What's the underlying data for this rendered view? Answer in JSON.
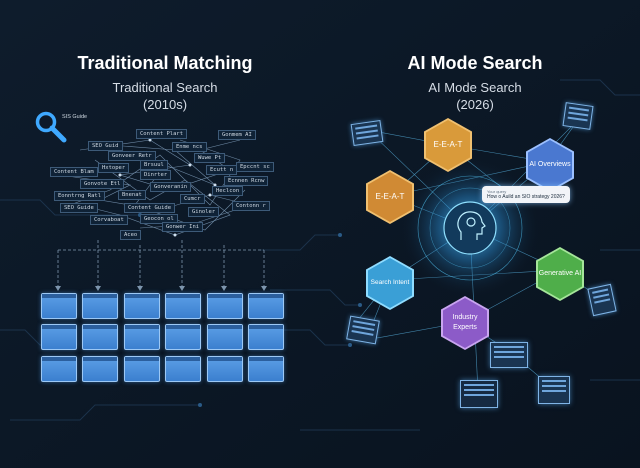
{
  "left": {
    "title": "Traditional Matching",
    "subtitle_line1": "Traditional Search",
    "subtitle_line2": "(2010s)",
    "search_label": "SIS Guide",
    "keywords": [
      "Content Plart",
      "SEO Guid",
      "Gonmem AI",
      "Enme ncs",
      "Gonveer Retr",
      "Brsuul",
      "Wuwe Pt",
      "Epccnt sc",
      "Content Blam",
      "Dinrter",
      "Ecutt n",
      "Hxtoper",
      "Ecnnen Rcnw",
      "Gonvote Etl",
      "Gonveranin",
      "Heclcon",
      "Bnenat",
      "Cumcr",
      "Eonntrng Ratl",
      "SEO Guide",
      "Content Guide",
      "Contonn r",
      "Ginoler",
      "Corvaboat",
      "Geocon ol",
      "Gonwer Ini",
      "Aceo"
    ]
  },
  "right": {
    "title": "AI Mode Search",
    "subtitle_line1": "AI Mode Search",
    "subtitle_line2": "(2026)",
    "query_label": "Your query",
    "query_text": "How o Auild an SIO strategy 2026?",
    "hexagons": {
      "eeat_top": "E-E-A-T",
      "eeat_left": "E-E-A-T",
      "ai_overviews": "AI Overviews",
      "search_intent": "Search Intent",
      "generative_ai": "Generative AI",
      "industry_experts": "Industry Experts"
    }
  },
  "colors": {
    "background": "#0b1624",
    "eeat": "#d99a3a",
    "ai_overviews": "#4a78d0",
    "search_intent": "#3a9fd6",
    "generative_ai": "#4fae4a",
    "industry_experts": "#8c5bc8",
    "card": "#4b90de"
  }
}
